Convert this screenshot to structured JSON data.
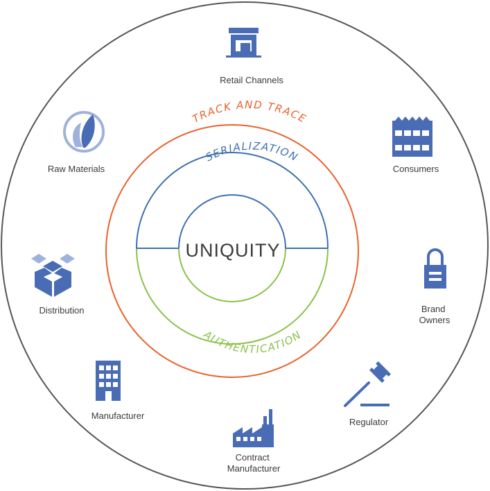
{
  "colors": {
    "outer_circle": "#555555",
    "track_and_trace": "#e8622c",
    "serialization": "#3e6fb0",
    "authentication": "#8cc04b",
    "icon_blue": "#4a6cb4",
    "icon_light": "#9fb2dc",
    "text": "#3a3a3a"
  },
  "center": {
    "title": "UNIQUITY"
  },
  "rings": {
    "track_and_trace": "TRACK AND TRACE",
    "serialization": "SERIALIZATION",
    "authentication": "AUTHENTICATION"
  },
  "stakeholders": {
    "retail_channels": {
      "label": "Retail Channels",
      "icon": "store-icon"
    },
    "consumers": {
      "label": "Consumers",
      "icon": "building-facade-icon"
    },
    "brand_owners": {
      "label_line1": "Brand",
      "label_line2": "Owners",
      "icon": "padlock-icon"
    },
    "regulator": {
      "label": "Regulator",
      "icon": "gavel-icon"
    },
    "contract_manufacturer": {
      "label_line1": "Contract",
      "label_line2": "Manufacturer",
      "icon": "factory-icon"
    },
    "manufacturer": {
      "label": "Manufacturer",
      "icon": "office-building-icon"
    },
    "distribution": {
      "label": "Distribution",
      "icon": "open-box-icon"
    },
    "raw_materials": {
      "label": "Raw Materials",
      "icon": "leaf-icon"
    }
  }
}
